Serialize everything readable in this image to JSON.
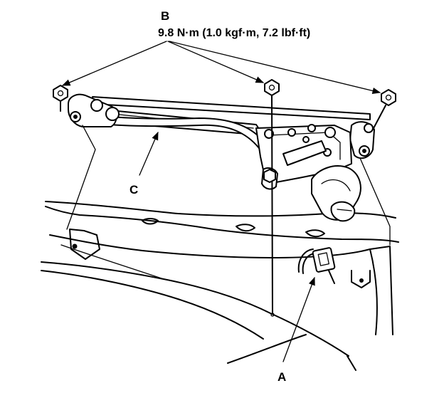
{
  "labels": {
    "bolt_callout": "B",
    "torque_spec": "9.8 N·m (1.0 kgf·m, 7.2 lbf·ft)",
    "linkage_callout": "C",
    "connector_callout": "A"
  }
}
